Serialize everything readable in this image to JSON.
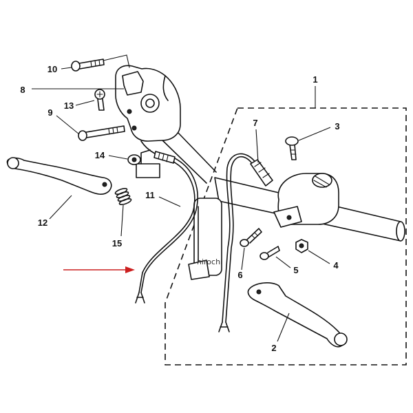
{
  "diagram": {
    "callouts": [
      "1",
      "2",
      "3",
      "4",
      "5",
      "6",
      "7",
      "8",
      "9",
      "10",
      "11",
      "12",
      "13",
      "14",
      "15"
    ],
    "watermark": "hirochi"
  },
  "colors": {
    "line": "#111111",
    "pointer_arrow": "#cc1f1f",
    "background": "#ffffff"
  }
}
